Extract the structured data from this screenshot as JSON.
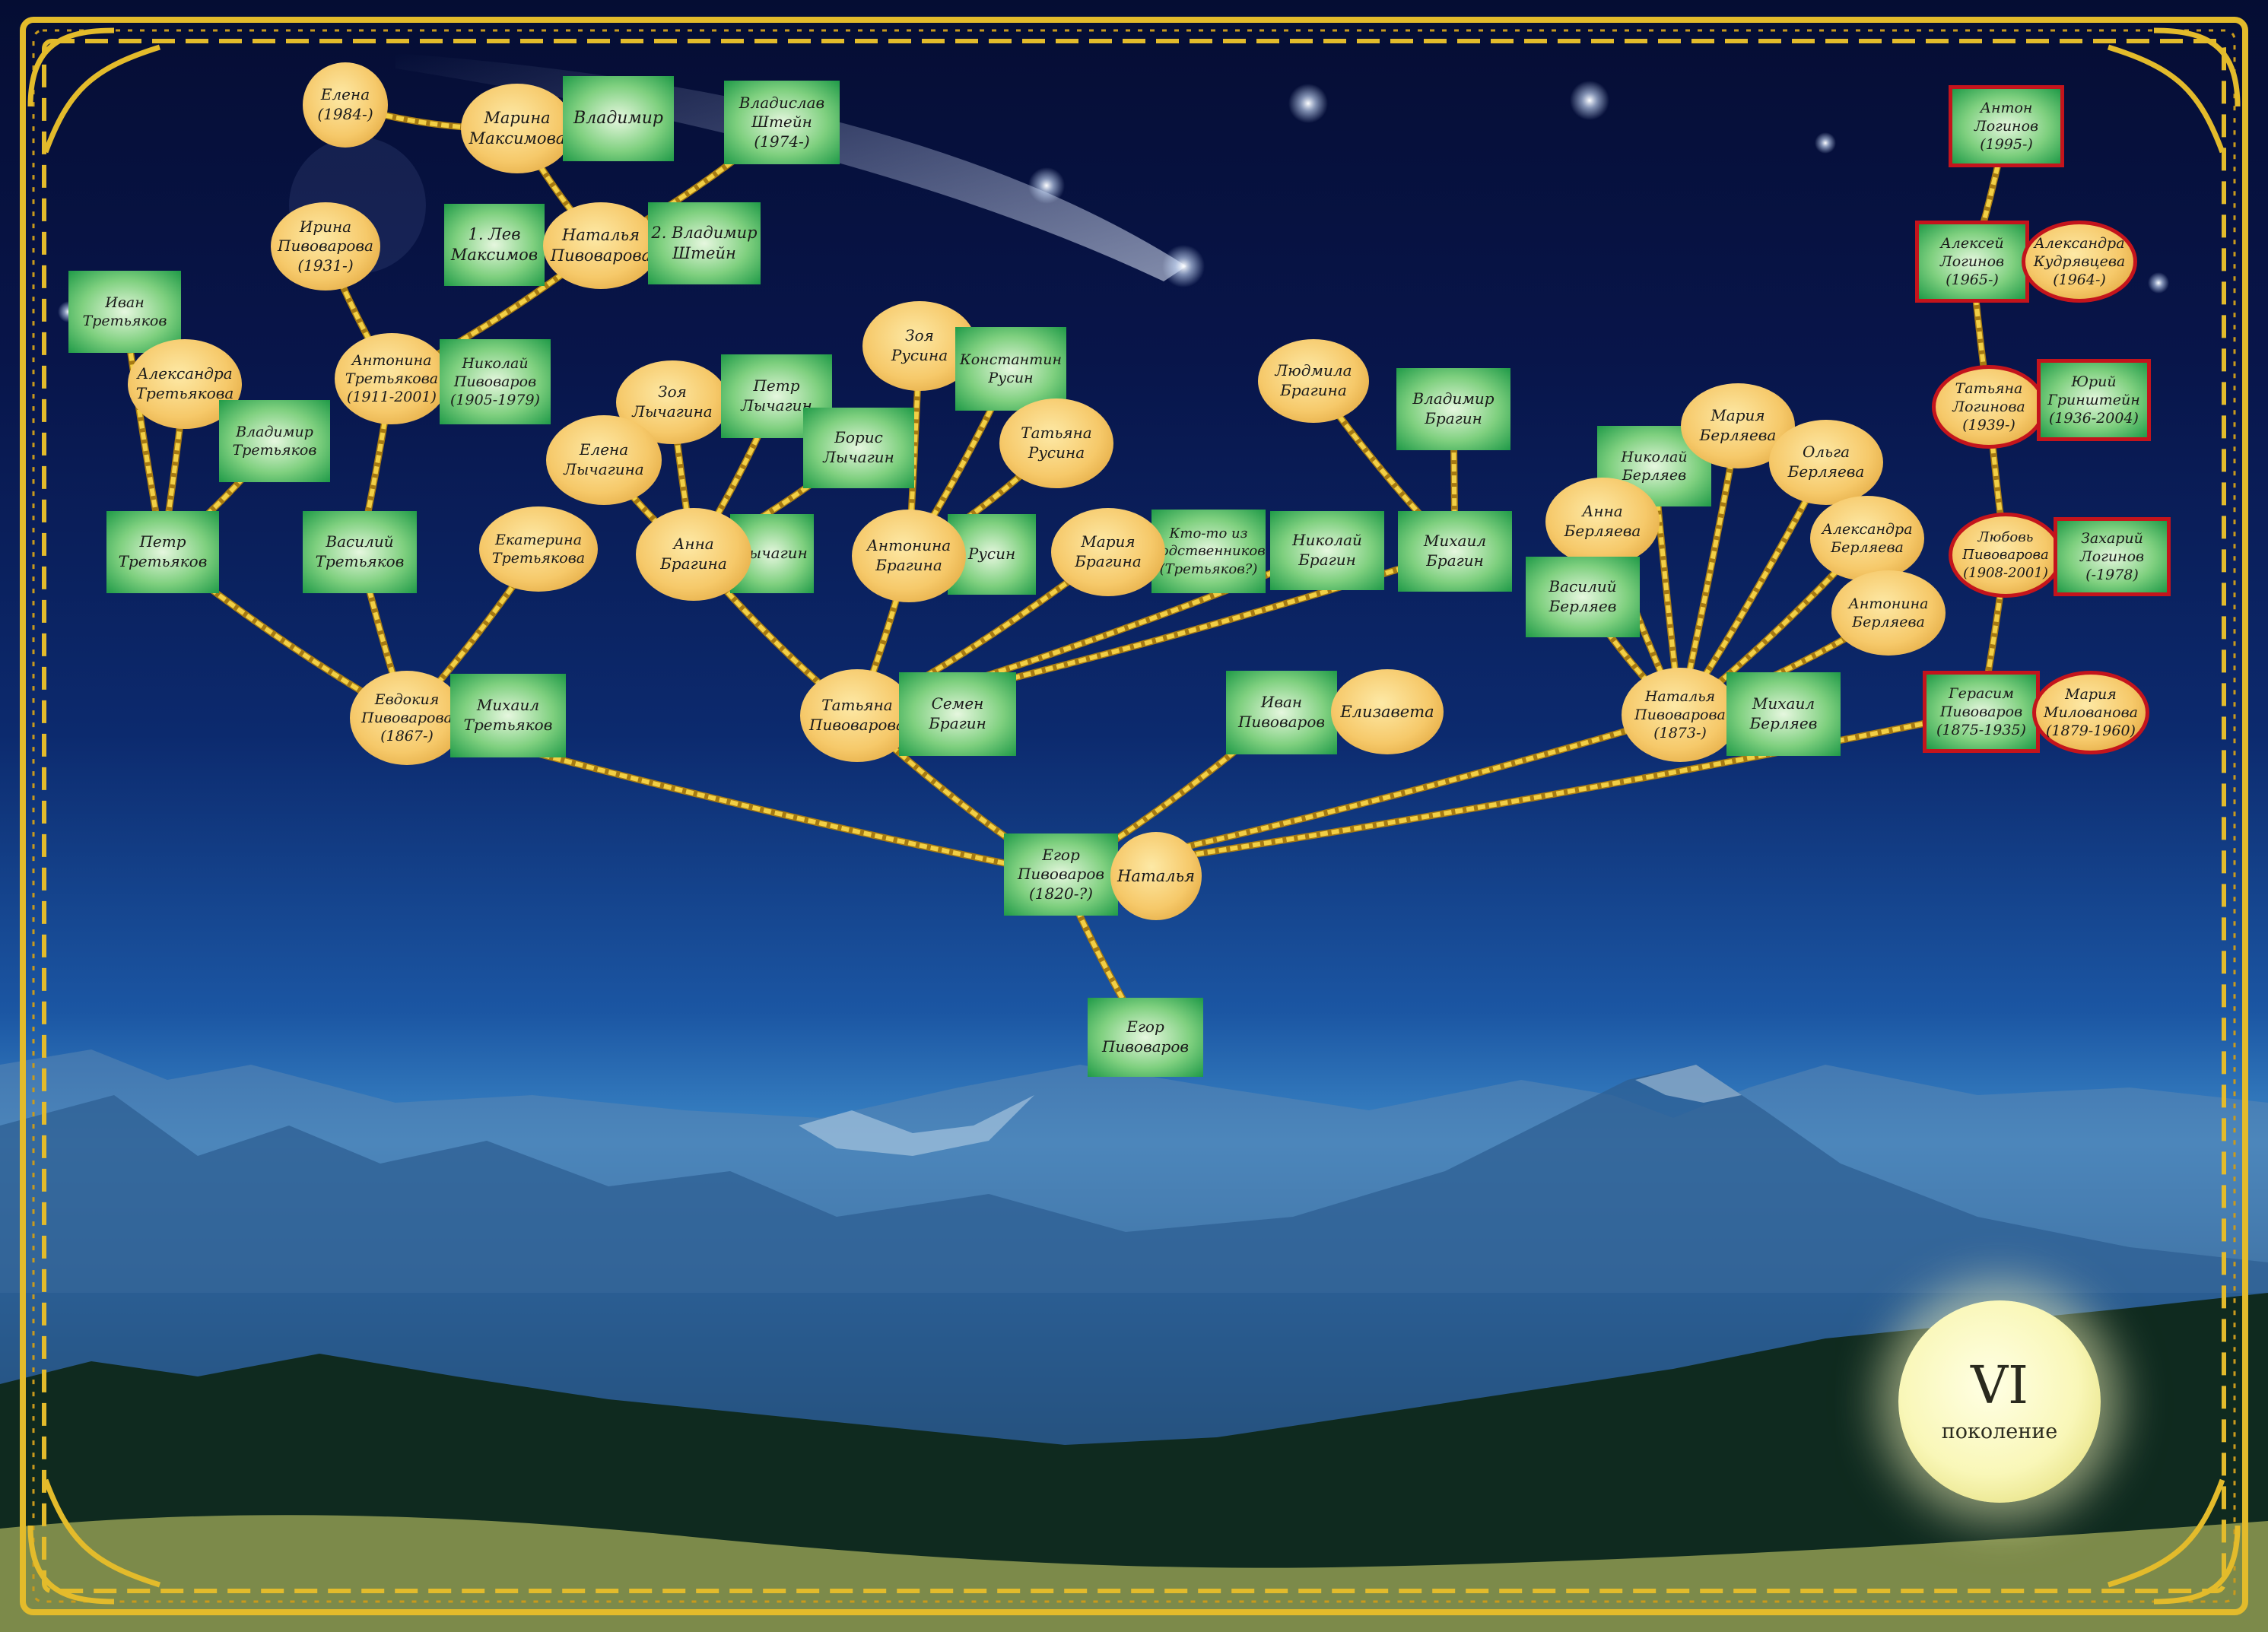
{
  "badge": {
    "numeral": "VI",
    "label": "поколение"
  },
  "colors": {
    "frame": "#e3bb2b",
    "male_fill": "#2a9d4e",
    "female_fill": "#f6c96a",
    "accent_border": "#c4141c",
    "sky_top": "#050d33",
    "moon": "#f9f7b8"
  },
  "people": [
    {
      "id": "elena1984",
      "label": "Елена\n(1984-)",
      "kind": "female"
    },
    {
      "id": "marina",
      "label": "Марина\nМаксимова",
      "kind": "female"
    },
    {
      "id": "vladimir_m",
      "label": "Владимир",
      "kind": "male"
    },
    {
      "id": "vladislav",
      "label": "Владислав\nШтейн\n(1974-)",
      "kind": "male"
    },
    {
      "id": "lev",
      "label": "1. Лев\nМаксимов",
      "kind": "male"
    },
    {
      "id": "natalya_p",
      "label": "Наталья\nПивоварова",
      "kind": "female"
    },
    {
      "id": "vladimir_sh",
      "label": "2. Владимир\nШтейн",
      "kind": "male"
    },
    {
      "id": "irina",
      "label": "Ирина\nПивоварова\n(1931-)",
      "kind": "female"
    },
    {
      "id": "ivan_t",
      "label": "Иван\nТретьяков",
      "kind": "male"
    },
    {
      "id": "aleksandra_t",
      "label": "Александра\nТретьякова",
      "kind": "female"
    },
    {
      "id": "vladimir_t",
      "label": "Владимир\nТретьяков",
      "kind": "male"
    },
    {
      "id": "antonina_t",
      "label": "Антонина\nТретьякова\n(1911-2001)",
      "kind": "female"
    },
    {
      "id": "nikolay_p",
      "label": "Николай\nПивоваров\n(1905-1979)",
      "kind": "male"
    },
    {
      "id": "petr_t",
      "label": "Петр\nТретьяков",
      "kind": "male"
    },
    {
      "id": "vasiliy_t",
      "label": "Василий\nТретьяков",
      "kind": "male"
    },
    {
      "id": "ekaterina_t",
      "label": "Екатерина\nТретьякова",
      "kind": "female"
    },
    {
      "id": "evdokiya",
      "label": "Евдокия\nПивоварова\n(1867-)",
      "kind": "female"
    },
    {
      "id": "mikhail_t",
      "label": "Михаил\nТретьяков",
      "kind": "male"
    },
    {
      "id": "zoya_l",
      "label": "Зоя\nЛычагина",
      "kind": "female"
    },
    {
      "id": "petr_l",
      "label": "Петр\nЛычагин",
      "kind": "male"
    },
    {
      "id": "elena_l",
      "label": "Елена\nЛычагина",
      "kind": "female"
    },
    {
      "id": "boris_l",
      "label": "Борис\nЛычагин",
      "kind": "male"
    },
    {
      "id": "lychagin",
      "label": "Лычагин",
      "kind": "male"
    },
    {
      "id": "anna_b",
      "label": "Анна\nБрагина",
      "kind": "female"
    },
    {
      "id": "zoya_r",
      "label": "Зоя\nРусина",
      "kind": "female"
    },
    {
      "id": "konstantin_r",
      "label": "Константин\nРусин",
      "kind": "male"
    },
    {
      "id": "tatyana_r",
      "label": "Татьяна\nРусина",
      "kind": "female"
    },
    {
      "id": "rusin",
      "label": "Русин",
      "kind": "male"
    },
    {
      "id": "antonina_b",
      "label": "Антонина\nБрагина",
      "kind": "female"
    },
    {
      "id": "relatives",
      "label": "Кто-то из\nродственников\n(Третьяков?)",
      "kind": "male"
    },
    {
      "id": "mariya_b",
      "label": "Мария\nБрагина",
      "kind": "female"
    },
    {
      "id": "nikolay_b",
      "label": "Николай\nБрагин",
      "kind": "male"
    },
    {
      "id": "lyudmila_b",
      "label": "Людмила\nБрагина",
      "kind": "female"
    },
    {
      "id": "vladimir_b",
      "label": "Владимир\nБрагин",
      "kind": "male"
    },
    {
      "id": "mikhail_b",
      "label": "Михаил\nБрагин",
      "kind": "male"
    },
    {
      "id": "tatyana_p",
      "label": "Татьяна\nПивоварова",
      "kind": "female"
    },
    {
      "id": "semen_b",
      "label": "Семен\nБрагин",
      "kind": "male"
    },
    {
      "id": "ivan_p",
      "label": "Иван\nПивоваров",
      "kind": "male"
    },
    {
      "id": "elizaveta",
      "label": "Елизавета",
      "kind": "female"
    },
    {
      "id": "nikolay_ber",
      "label": "Николай\nБерляев",
      "kind": "male"
    },
    {
      "id": "mariya_ber",
      "label": "Мария\nБерляева",
      "kind": "female"
    },
    {
      "id": "olga_ber",
      "label": "Ольга\nБерляева",
      "kind": "female"
    },
    {
      "id": "anna_ber",
      "label": "Анна\nБерляева",
      "kind": "female"
    },
    {
      "id": "aleksandra_ber",
      "label": "Александра\nБерляева",
      "kind": "female"
    },
    {
      "id": "vasiliy_ber",
      "label": "Василий\nБерляев",
      "kind": "male"
    },
    {
      "id": "antonina_ber",
      "label": "Антонина\nБерляева",
      "kind": "female"
    },
    {
      "id": "natalya_1873",
      "label": "Наталья\nПивоварова\n(1873-)",
      "kind": "female"
    },
    {
      "id": "mikhail_ber",
      "label": "Михаил\nБерляев",
      "kind": "male"
    },
    {
      "id": "anton_l",
      "label": "Антон\nЛогинов\n(1995-)",
      "kind": "male",
      "accent": true
    },
    {
      "id": "aleksey_l",
      "label": "Алексей\nЛогинов\n(1965-)",
      "kind": "male",
      "accent": true
    },
    {
      "id": "aleksandra_k",
      "label": "Александра\nКудрявцева\n(1964-)",
      "kind": "female",
      "accent": true
    },
    {
      "id": "tatyana_l",
      "label": "Татьяна\nЛогинова\n(1939-)",
      "kind": "female",
      "accent": true
    },
    {
      "id": "yuriy_g",
      "label": "Юрий\nГринштейн\n(1936-2004)",
      "kind": "male",
      "accent": true
    },
    {
      "id": "lyubov_p",
      "label": "Любовь\nПивоварова\n(1908-2001)",
      "kind": "female",
      "accent": true
    },
    {
      "id": "zakhariy_l",
      "label": "Захарий\nЛогинов\n(-1978)",
      "kind": "male",
      "accent": true
    },
    {
      "id": "gerasim",
      "label": "Герасим\nПивоваров\n(1875-1935)",
      "kind": "male",
      "accent": true
    },
    {
      "id": "mariya_m",
      "label": "Мария\nМилованова\n(1879-1960)",
      "kind": "female",
      "accent": true
    },
    {
      "id": "egor_1820",
      "label": "Егор\nПивоваров\n(1820-?)",
      "kind": "male"
    },
    {
      "id": "natalya_w",
      "label": "Наталья",
      "kind": "female"
    },
    {
      "id": "egor_p",
      "label": "Егор\nПивоваров",
      "kind": "male"
    }
  ],
  "links": [
    [
      "egor_p",
      "egor_1820"
    ],
    [
      "egor_1820",
      "evdokiya"
    ],
    [
      "egor_1820",
      "tatyana_p"
    ],
    [
      "egor_1820",
      "ivan_p"
    ],
    [
      "egor_1820",
      "natalya_1873"
    ],
    [
      "egor_1820",
      "gerasim"
    ],
    [
      "evdokiya",
      "petr_t"
    ],
    [
      "evdokiya",
      "vasiliy_t"
    ],
    [
      "evdokiya",
      "ekaterina_t"
    ],
    [
      "petr_t",
      "ivan_t"
    ],
    [
      "petr_t",
      "aleksandra_t"
    ],
    [
      "petr_t",
      "vladimir_t"
    ],
    [
      "vasiliy_t",
      "antonina_t"
    ],
    [
      "antonina_t",
      "irina"
    ],
    [
      "antonina_t",
      "natalya_p"
    ],
    [
      "natalya_p",
      "marina"
    ],
    [
      "natalya_p",
      "vladislav"
    ],
    [
      "marina",
      "elena1984"
    ],
    [
      "tatyana_p",
      "anna_b"
    ],
    [
      "tatyana_p",
      "antonina_b"
    ],
    [
      "tatyana_p",
      "mariya_b"
    ],
    [
      "tatyana_p",
      "nikolay_b"
    ],
    [
      "tatyana_p",
      "mikhail_b"
    ],
    [
      "anna_b",
      "zoya_l"
    ],
    [
      "anna_b",
      "petr_l"
    ],
    [
      "anna_b",
      "elena_l"
    ],
    [
      "anna_b",
      "boris_l"
    ],
    [
      "antonina_b",
      "zoya_r"
    ],
    [
      "antonina_b",
      "konstantin_r"
    ],
    [
      "antonina_b",
      "tatyana_r"
    ],
    [
      "mikhail_b",
      "lyudmila_b"
    ],
    [
      "mikhail_b",
      "vladimir_b"
    ],
    [
      "natalya_1873",
      "anna_ber"
    ],
    [
      "natalya_1873",
      "vasiliy_ber"
    ],
    [
      "natalya_1873",
      "nikolay_ber"
    ],
    [
      "natalya_1873",
      "mariya_ber"
    ],
    [
      "natalya_1873",
      "olga_ber"
    ],
    [
      "natalya_1873",
      "aleksandra_ber"
    ],
    [
      "natalya_1873",
      "antonina_ber"
    ],
    [
      "gerasim",
      "lyubov_p"
    ],
    [
      "lyubov_p",
      "tatyana_l"
    ],
    [
      "tatyana_l",
      "aleksey_l"
    ],
    [
      "aleksey_l",
      "anton_l"
    ]
  ]
}
